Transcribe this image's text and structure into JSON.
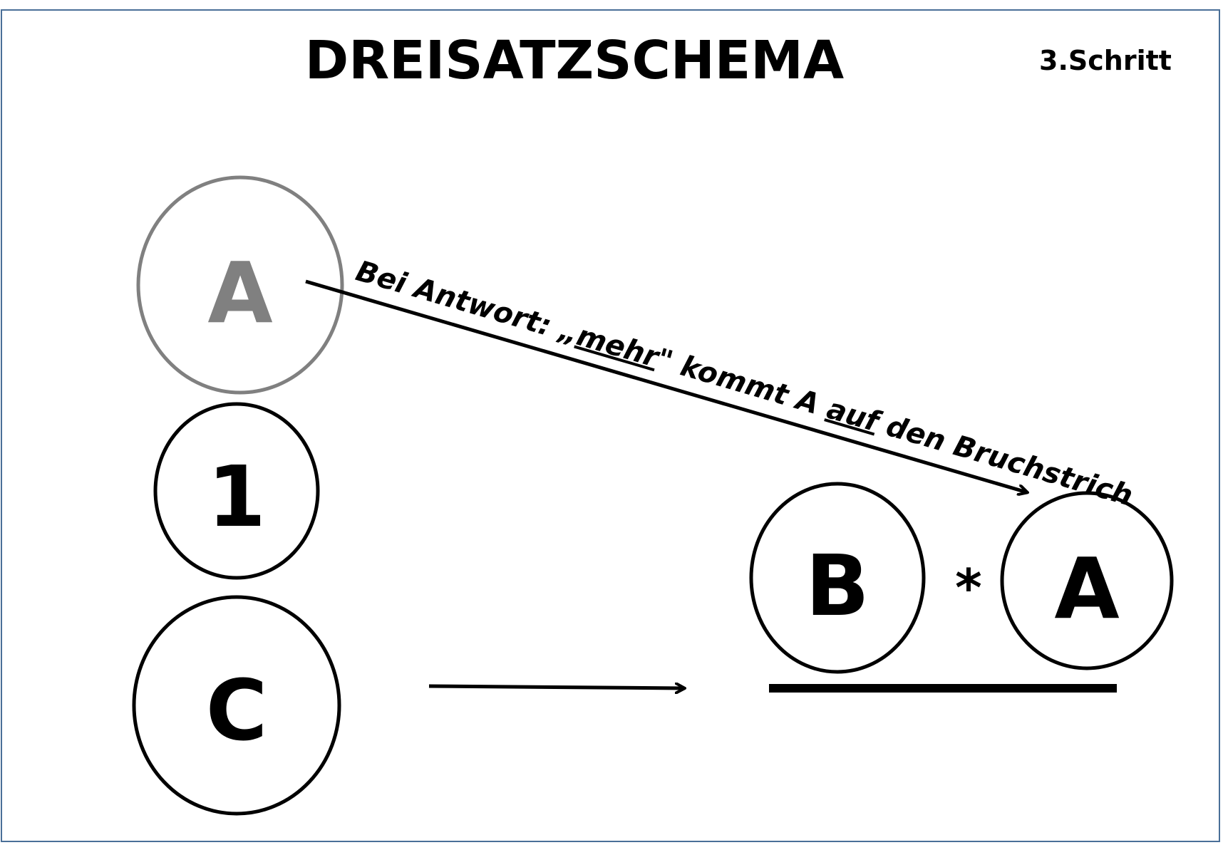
{
  "title": "DREISATZSCHEMA",
  "step_label": "3.Schritt",
  "left_column": {
    "top_circle_label": "A",
    "middle_circle_label": "1",
    "bottom_circle_label": "C"
  },
  "instruction": {
    "prefix": "Bei Antwort: ",
    "quote_open": "„",
    "keyword": "mehr",
    "quote_close": "\"",
    "middle": " kommt A ",
    "direction": "auf",
    "suffix": " den Bruchstrich"
  },
  "result": {
    "left_label": "B",
    "operator": "*",
    "right_label": "A"
  },
  "colors": {
    "frame": "#4a6f98",
    "ink": "#000000",
    "highlight_gray": "#808080"
  }
}
